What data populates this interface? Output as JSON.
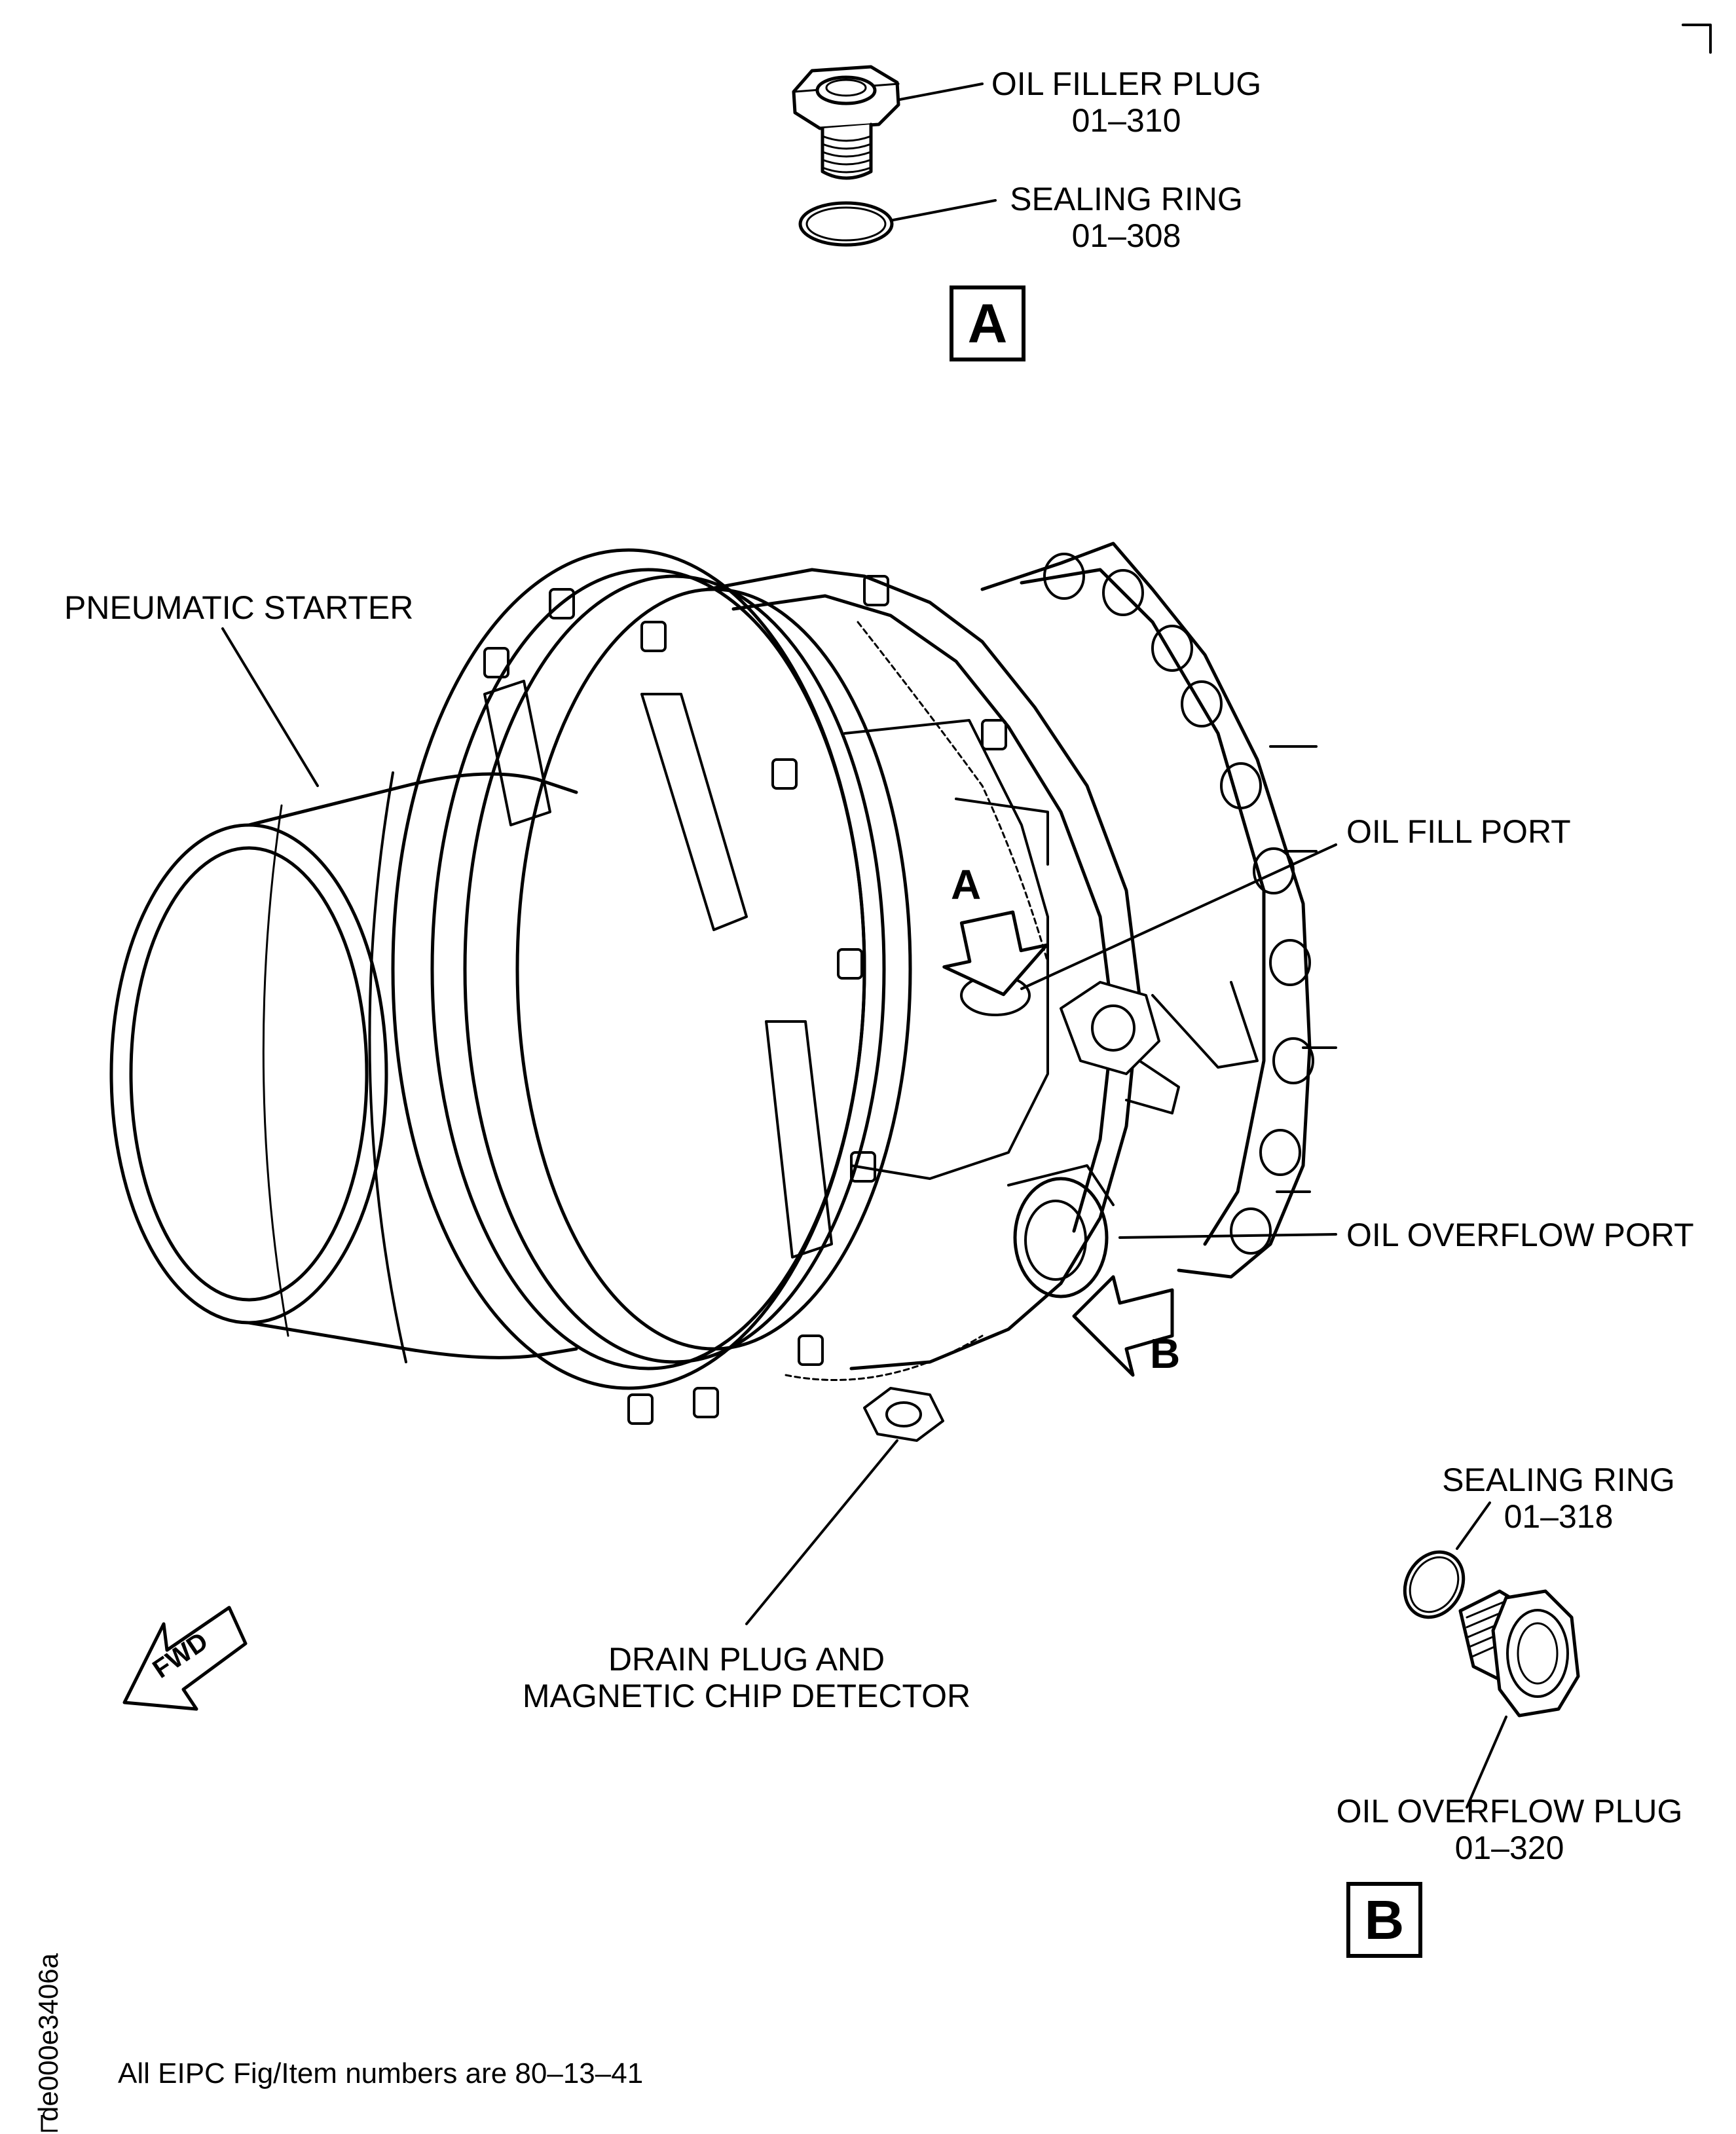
{
  "detail_a": {
    "box_letter": "A",
    "oil_filler_plug": {
      "name": "OIL FILLER PLUG",
      "number": "01–310"
    },
    "sealing_ring": {
      "name": "SEALING RING",
      "number": "01–308"
    }
  },
  "main_view": {
    "pneumatic_starter": "PNEUMATIC STARTER",
    "oil_fill_port": "OIL FILL PORT",
    "oil_overflow_port": "OIL OVERFLOW PORT",
    "drain_plug_line1": "DRAIN PLUG AND",
    "drain_plug_line2": "MAGNETIC CHIP DETECTOR",
    "view_arrow_a": "A",
    "view_arrow_b": "B",
    "fwd_arrow": "FWD"
  },
  "detail_b": {
    "box_letter": "B",
    "sealing_ring": {
      "name": "SEALING RING",
      "number": "01–318"
    },
    "oil_overflow_plug": {
      "name": "OIL OVERFLOW PLUG",
      "number": "01–320"
    }
  },
  "footer": {
    "drawing_id": "de000e3406a",
    "note": "All EIPC Fig/Item numbers are 80–13–41"
  }
}
